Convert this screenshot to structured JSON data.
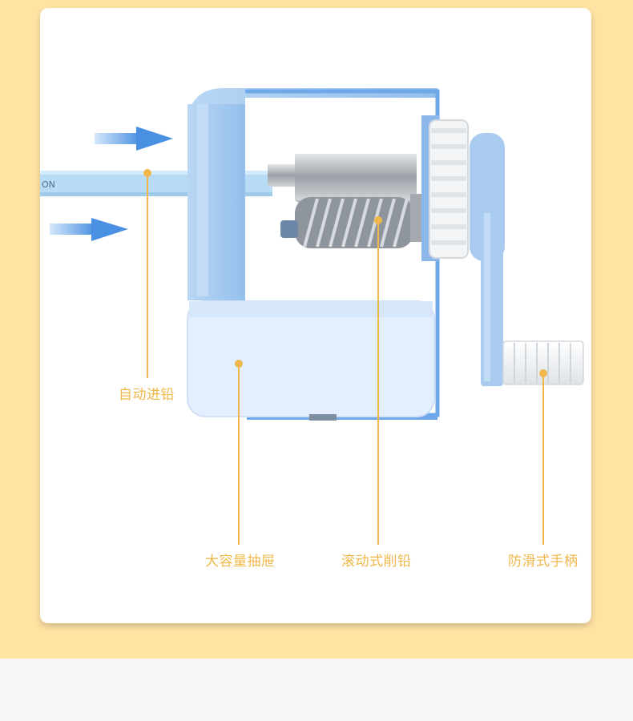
{
  "brand_print": "ON",
  "callouts": {
    "auto_feed": "自动进铅",
    "drawer": "大容量抽屉",
    "rolling_blade": "滚动式削铅",
    "handle": "防滑式手柄"
  },
  "bottom": {
    "partial_heading": ""
  },
  "colors": {
    "page_band": "#ffe3a3",
    "card_bg": "#ffffff",
    "accent_gold": "#f0b84a",
    "body_blue": "#a9cbef",
    "frame_blue": "#6fa8e8",
    "arrow_blue": "#4a90e2",
    "metal_gray": "#a7acb2"
  },
  "icons": [
    "feed-arrow-icon",
    "feed-arrow-icon",
    "callout-dot-icon"
  ]
}
